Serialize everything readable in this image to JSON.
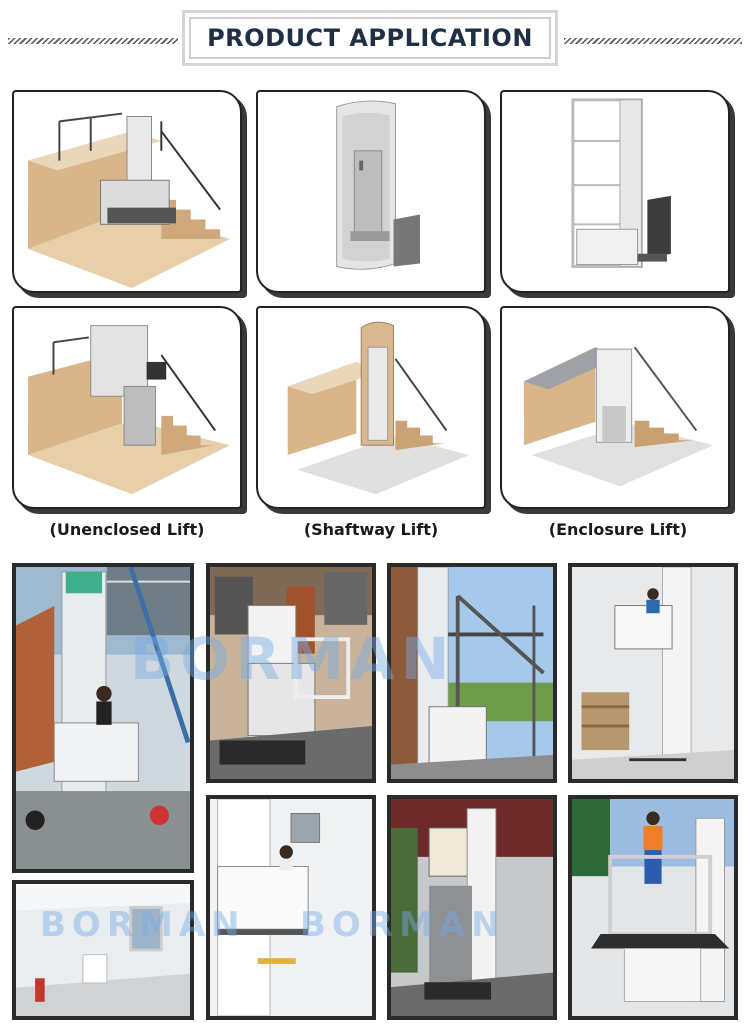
{
  "header": {
    "title": "PRODUCT APPLICATION"
  },
  "captions": [
    "(Unenclosed Lift)",
    "(Shaftway Lift)",
    "(Enclosure Lift)"
  ],
  "watermark": "BORMAN",
  "colors": {
    "title": "#1f2f45",
    "wall": "#d9b68a",
    "floor": "#e7cfaa",
    "frame": "#2a2a2a"
  }
}
